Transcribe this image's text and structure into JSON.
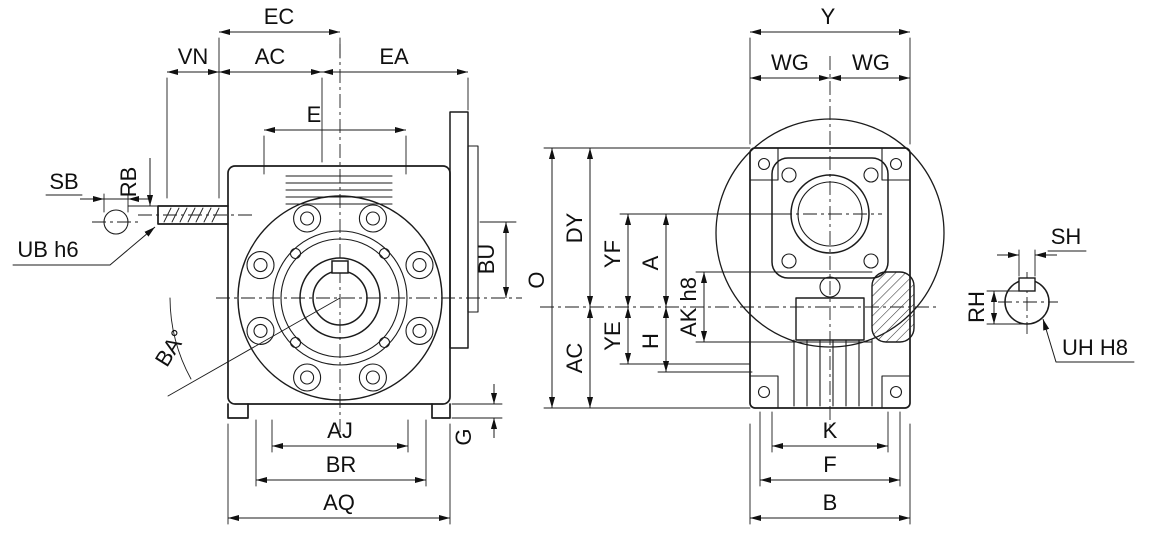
{
  "front": {
    "ec": "EC",
    "vn": "VN",
    "ac": "AC",
    "ea": "EA",
    "e": "E",
    "sb": "SB",
    "rb": "RB",
    "ub": "UB h6",
    "ba": "BA°",
    "bu": "BU",
    "g": "G",
    "aj": "AJ",
    "br": "BR",
    "aq": "AQ"
  },
  "side": {
    "y": "Y",
    "wg1": "WG",
    "wg2": "WG",
    "o": "O",
    "dy": "DY",
    "ac": "AC",
    "yf": "YF",
    "ye": "YE",
    "a": "A",
    "h": "H",
    "ak": "AK h8",
    "k": "K",
    "f": "F",
    "b": "B"
  },
  "shaft": {
    "sh": "SH",
    "rh": "RH",
    "uh": "UH H8"
  }
}
